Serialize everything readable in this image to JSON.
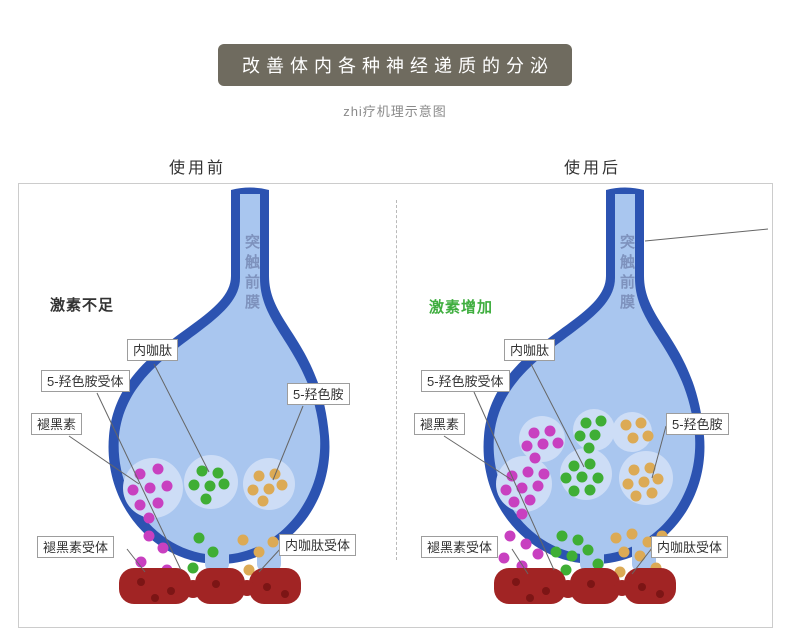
{
  "banner": {
    "title": "改善体内各种神经递质的分泌"
  },
  "subtitle": "zhi疗机理示意图",
  "panels": {
    "before": {
      "header": "使用前",
      "status": "激素不足",
      "status_color": "#333333",
      "membrane_label": "突触前膜",
      "labels": {
        "endorphin": "内咖肽",
        "serotonin_receptor": "5-羟色胺受体",
        "serotonin": "5-羟色胺",
        "melatonin": "褪黑素",
        "melatonin_receptor": "褪黑素受体",
        "endorphin_receptor": "内咖肽受体"
      }
    },
    "after": {
      "header": "使用后",
      "status": "激素增加",
      "status_color": "#3fae3f",
      "membrane_label": "突触前膜",
      "labels": {
        "endorphin": "内咖肽",
        "serotonin_receptor": "5-羟色胺受体",
        "serotonin": "5-羟色胺",
        "melatonin": "褪黑素",
        "melatonin_receptor": "褪黑素受体",
        "endorphin_receptor": "内咖肽受体"
      }
    }
  },
  "colors": {
    "banner_bg": "#6f6b5f",
    "synapse_outline": "#2c53b1",
    "synapse_fill": "#a9c6ef",
    "vesicle_fill": "#cdddf6",
    "melatonin_dot": "#c840c0",
    "serotonin_dot": "#3fae35",
    "endorphin_dot": "#dcaa55",
    "receptor_red": "#a12424",
    "receptor_dot": "#7c1515",
    "membrane_text": "#7e92bd",
    "leader_line": "#666666",
    "box_border": "#cccccc",
    "divider": "#b9b9b9"
  }
}
